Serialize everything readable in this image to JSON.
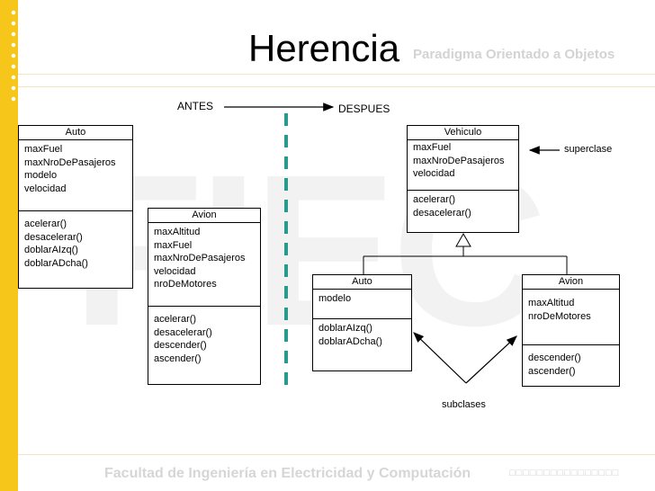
{
  "slide": {
    "title": "Herencia",
    "subtitle": "Paradigma Orientado a Objetos",
    "footer": "Facultad de Ingeniería en Electricidad y Computación",
    "footer_tail": "□□□□□□□□□□□□□□□□",
    "watermark": "FIEC"
  },
  "labels": {
    "antes": "ANTES",
    "despues": "DESPUES",
    "superclase": "superclase",
    "subclases": "subclases"
  },
  "antes_classes": [
    {
      "name": "Auto",
      "attributes": [
        "maxFuel",
        "maxNroDePasajeros",
        "modelo",
        "velocidad"
      ],
      "methods": [
        "acelerar()",
        "desacelerar()",
        "doblarAIzq()",
        "doblarADcha()"
      ]
    },
    {
      "name": "Avion",
      "attributes": [
        "maxAltitud",
        "maxFuel",
        "maxNroDePasajeros",
        "velocidad",
        "nroDeMotores"
      ],
      "methods": [
        "acelerar()",
        "desacelerar()",
        "descender()",
        "ascender()"
      ]
    }
  ],
  "despues_classes": [
    {
      "name": "Vehiculo",
      "attributes": [
        "maxFuel",
        "maxNroDePasajeros",
        "velocidad"
      ],
      "methods": [
        "acelerar()",
        "desacelerar()"
      ]
    },
    {
      "name": "Auto",
      "attributes": [
        "modelo"
      ],
      "methods": [
        "doblarAIzq()",
        "doblarADcha()"
      ]
    },
    {
      "name": "Avion",
      "attributes": [
        "maxAltitud",
        "nroDeMotores"
      ],
      "methods": [
        "descender()",
        "ascender()"
      ]
    }
  ],
  "colors": {
    "stripe": "#f6c61a",
    "divider": "#2a9a8c"
  }
}
